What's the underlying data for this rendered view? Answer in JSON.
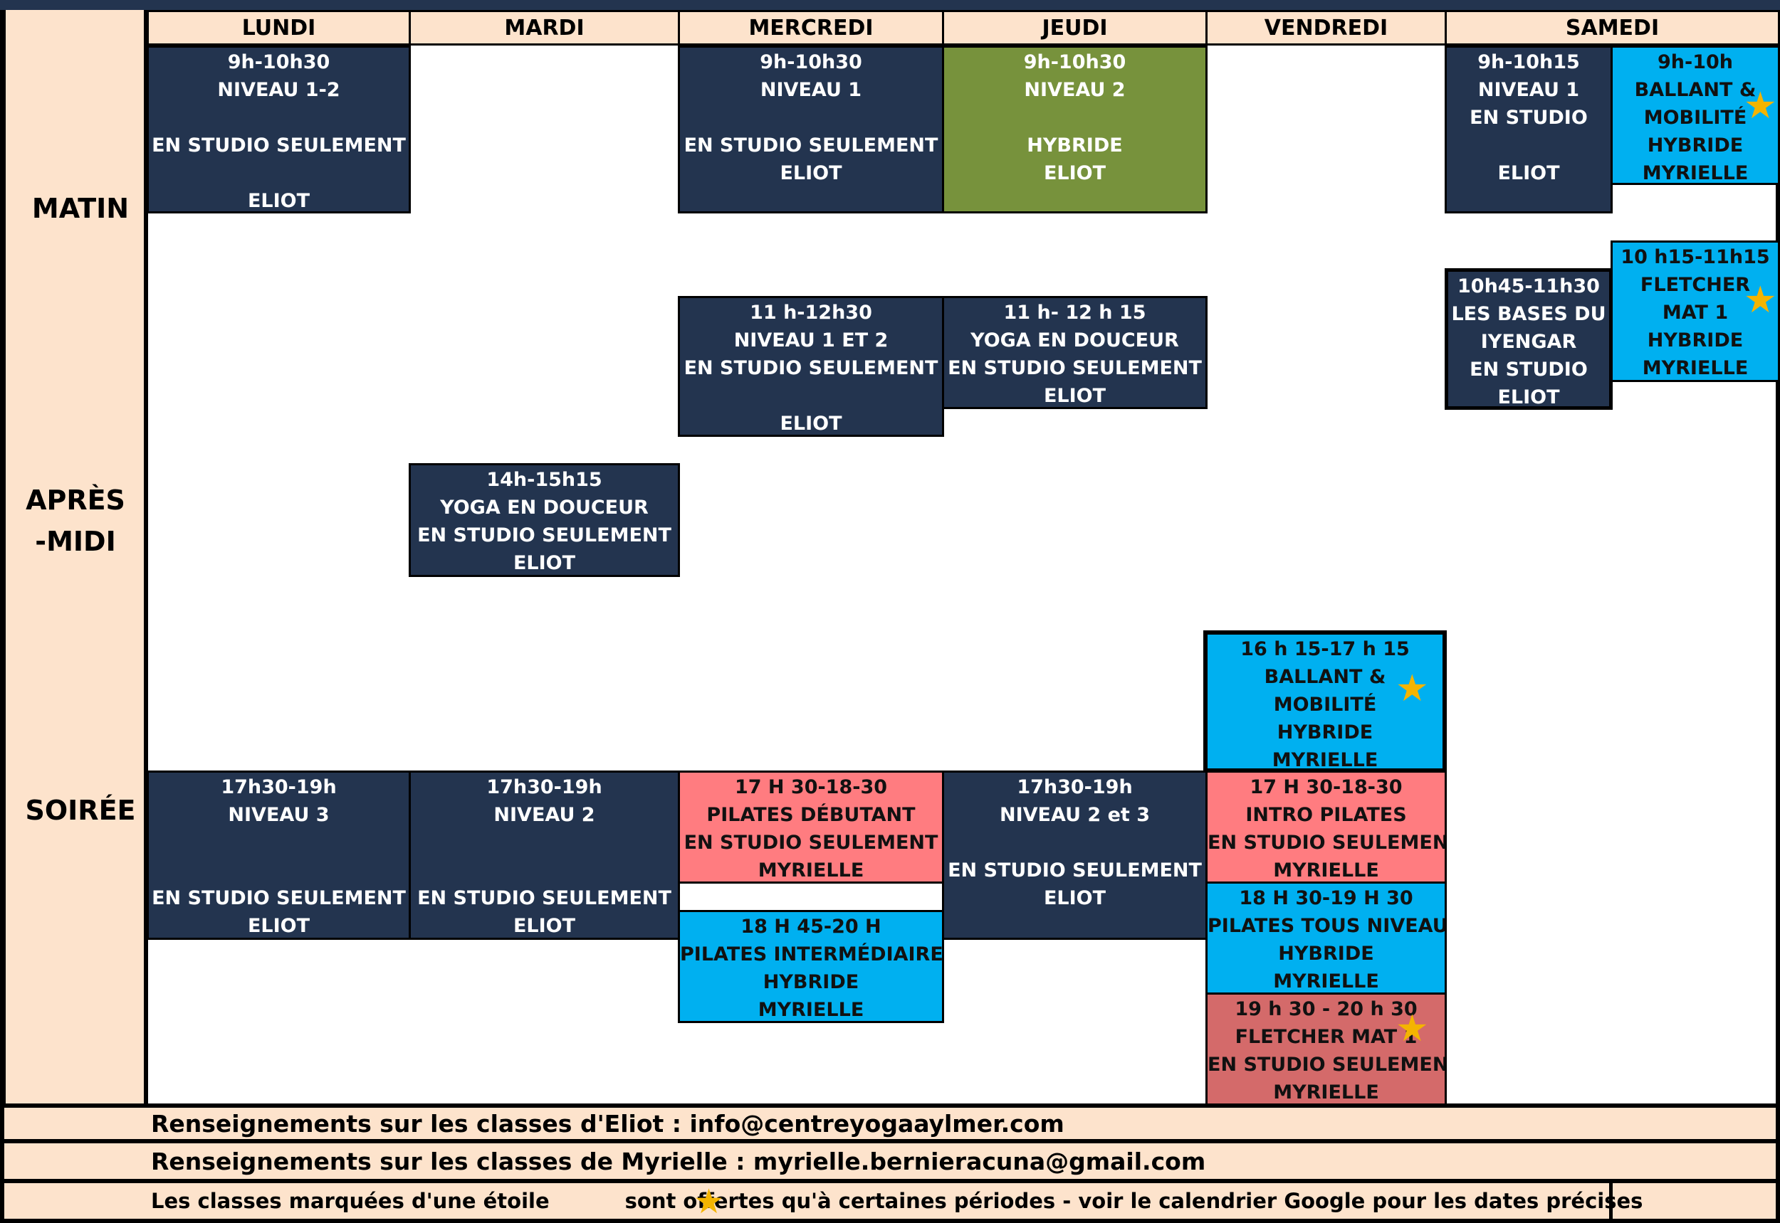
{
  "days": [
    "LUNDI",
    "MARDI",
    "MERCREDI",
    "JEUDI",
    "VENDREDI",
    "SAMEDI"
  ],
  "periods": [
    "MATIN",
    "APRÈS-MIDI",
    "SOIRÉE"
  ],
  "colors": {
    "navy": "#23344f",
    "green": "#77923c",
    "cyan": "#00b0f0",
    "pink": "#ff7c80",
    "rose": "#d46a6a",
    "peach": "#fde3cc",
    "star": "#f4b400"
  },
  "classes": [
    {
      "lines": [
        "9h-10h30",
        "NIVEAU 1-2",
        "",
        "EN STUDIO SEULEMENT",
        "",
        "ELIOT"
      ]
    },
    {
      "lines": [
        "9h-10h30",
        "NIVEAU  1",
        "",
        "EN STUDIO SEULEMENT",
        "ELIOT"
      ]
    },
    {
      "lines": [
        "9h-10h30",
        "NIVEAU  2",
        "",
        "HYBRIDE",
        "ELIOT"
      ]
    },
    {
      "lines": [
        "9h-10h15",
        "NIVEAU 1",
        "EN STUDIO",
        "",
        "ELIOT"
      ]
    },
    {
      "lines": [
        "9h-10h",
        "BALLANT &",
        "MOBILITÉ",
        "HYBRIDE",
        "MYRIELLE"
      ],
      "star": true
    },
    {
      "lines": [
        "11 h-12h30",
        "NIVEAU 1 ET 2",
        "EN STUDIO SEULEMENT",
        "",
        "ELIOT"
      ]
    },
    {
      "lines": [
        "11 h- 12 h 15",
        "YOGA EN DOUCEUR",
        "EN STUDIO SEULEMENT",
        "ELIOT"
      ]
    },
    {
      "lines": [
        "10h45-11h30",
        "LES BASES DU",
        "IYENGAR",
        "EN STUDIO",
        "ELIOT"
      ]
    },
    {
      "lines": [
        "10 h15-11h15",
        "FLETCHER",
        "MAT 1",
        "HYBRIDE",
        "MYRIELLE"
      ],
      "star": true
    },
    {
      "lines": [
        "14h-15h15",
        "YOGA EN DOUCEUR",
        "EN STUDIO SEULEMENT",
        "ELIOT"
      ]
    },
    {
      "lines": [
        "16 h 15-17 h 15",
        "BALLANT &",
        "MOBILITÉ",
        "HYBRIDE",
        "MYRIELLE"
      ],
      "star": true
    },
    {
      "lines": [
        "17h30-19h",
        "NIVEAU 3",
        "",
        "",
        "EN STUDIO SEULEMENT",
        "ELIOT"
      ]
    },
    {
      "lines": [
        "17h30-19h",
        "NIVEAU 2",
        "",
        "",
        "EN STUDIO SEULEMENT",
        "ELIOT"
      ]
    },
    {
      "lines": [
        "17 H 30-18-30",
        "PILATES DÉBUTANT",
        "EN STUDIO SEULEMENT",
        "MYRIELLE"
      ]
    },
    {
      "lines": [
        "17h30-19h",
        "NIVEAU 2 et 3",
        "",
        "EN STUDIO SEULEMENT",
        "ELIOT"
      ]
    },
    {
      "lines": [
        "17 H 30-18-30",
        "INTRO PILATES",
        "EN STUDIO SEULEMENT",
        "MYRIELLE"
      ]
    },
    {
      "lines": [
        "18 H 45-20 H",
        "PILATES INTERMÉDIAIRE",
        "HYBRIDE",
        "MYRIELLE"
      ]
    },
    {
      "lines": [
        "18 H 30-19 H 30",
        "PILATES TOUS NIVEAUX",
        "HYBRIDE",
        "MYRIELLE"
      ]
    },
    {
      "lines": [
        "19 h 30 - 20 h 30",
        "FLETCHER MAT 1",
        "EN STUDIO SEULEMENT",
        "MYRIELLE"
      ],
      "star": true
    }
  ],
  "footer": {
    "eliot": "Renseignements sur les classes d'Eliot : info@centreyogaaylmer.com",
    "myrielle": "Renseignements sur les classes de Myrielle : myrielle.bernieracuna@gmail.com",
    "star_note_before": "Les classes marquées d'une étoile",
    "star_note_after": "sont offertes qu'à certaines périodes - voir le calendrier Google pour les dates précises"
  }
}
